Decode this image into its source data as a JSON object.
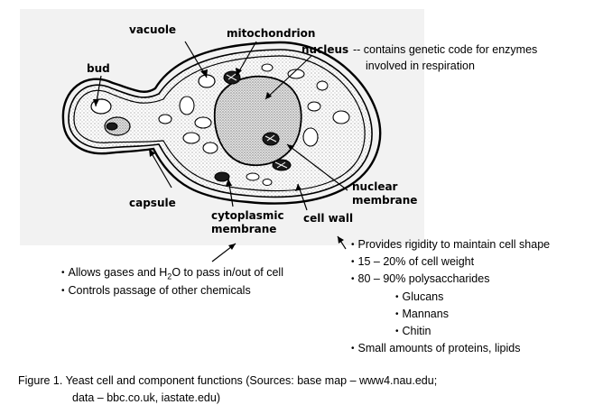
{
  "labels": {
    "vacuole": "vacuole",
    "mitochondrion": "mitochondrion",
    "nucleus": "nucleus",
    "bud": "bud",
    "capsule": "capsule",
    "cytoplasmic_line1": "cytoplasmic",
    "cytoplasmic_line2": "membrane",
    "cell_wall": "cell wall",
    "nuclear_line1": "nuclear",
    "nuclear_line2": "membrane"
  },
  "nucleus_note": {
    "line1": "-- contains genetic code for enzymes",
    "line2": "involved in respiration"
  },
  "membrane_notes": {
    "item1_pre": "Allows gases and H",
    "item1_sub": "2",
    "item1_post": "O to pass in/out of cell",
    "item2": "Controls passage of other chemicals"
  },
  "cell_wall_notes": {
    "items": [
      "Provides rigidity to maintain cell shape",
      "15 – 20% of cell weight",
      "80 – 90% polysaccharides"
    ],
    "subitems": [
      "Glucans",
      "Mannans",
      "Chitin"
    ],
    "last": "Small amounts of proteins, lipids"
  },
  "caption": {
    "line1": "Figure 1. Yeast cell and component functions (Sources: base map – www4.nau.edu;",
    "line2": "data – bbc.co.uk, iastate.edu)"
  },
  "colors": {
    "ink": "#000000",
    "background": "#ffffff",
    "stipple_panel": "#f2f2f2"
  }
}
